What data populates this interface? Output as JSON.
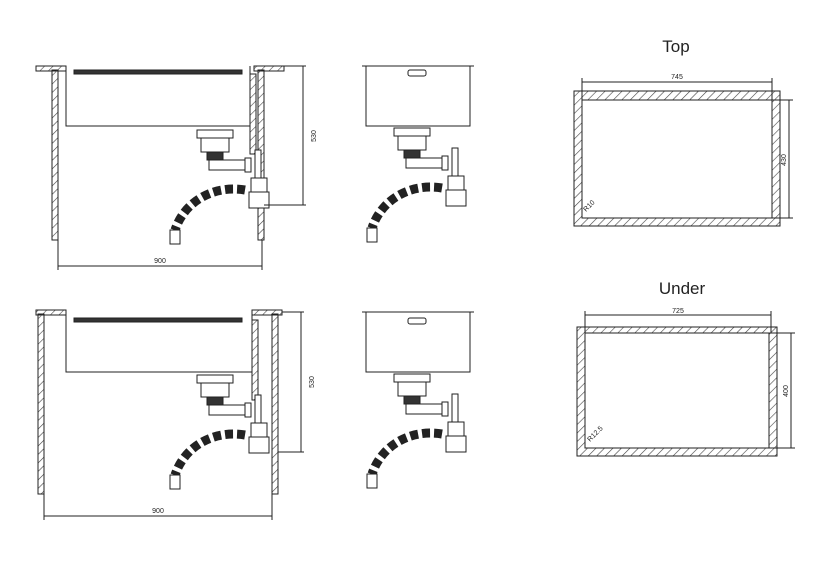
{
  "cutouts": [
    {
      "title": "Top",
      "width_label": "745",
      "height_label": "430",
      "radius_label": "R10"
    },
    {
      "title": "Under",
      "width_label": "725",
      "height_label": "400",
      "radius_label": "R12.5"
    }
  ],
  "side_views": [
    {
      "width_label": "900",
      "height_label": "530"
    },
    {
      "width_label": "900",
      "height_label": "530"
    }
  ],
  "colors": {
    "line": "#222222",
    "hatch": "#444444"
  }
}
